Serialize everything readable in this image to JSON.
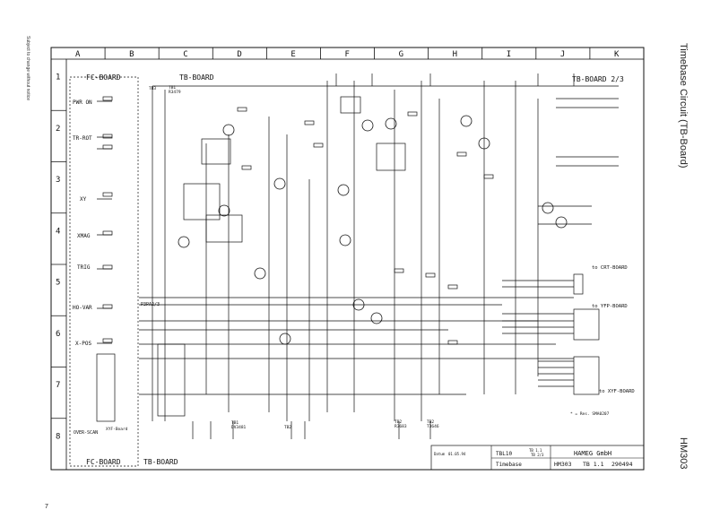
{
  "page": {
    "side_note": "Subject to change without notice",
    "page_number": "7",
    "side_title": "Timebase Circuit (TB-Board)",
    "side_model": "HM303"
  },
  "grid": {
    "columns": [
      "A",
      "B",
      "C",
      "D",
      "E",
      "F",
      "G",
      "H",
      "I",
      "J",
      "K"
    ],
    "rows": [
      "1",
      "2",
      "3",
      "4",
      "5",
      "6",
      "7",
      "8"
    ]
  },
  "labels": {
    "fc_board_top": "FC-BOARD",
    "tb_board_top": "TB-BOARD",
    "tb_board_23": "TB-BOARD 2/3",
    "fc_board_bottom": "FC-BOARD",
    "tb_board_bottom": "TB-BOARD",
    "to_crt": "to CRT-BOARD",
    "to_yfp": "to YFP-BOARD",
    "to_xyf": "to XYF-BOARD",
    "p3pa": "P3PA2/3",
    "xyf_board": "XYF-Board",
    "resv": "* = Res. SMA0207"
  },
  "controls": [
    {
      "id": "pwr-on",
      "label": "PWR ON"
    },
    {
      "id": "tr-rot",
      "label": "TR-ROT"
    },
    {
      "id": "xy",
      "label": "XY"
    },
    {
      "id": "xmag",
      "label": "XMAG"
    },
    {
      "id": "trig",
      "label": "TRIG"
    },
    {
      "id": "ho-var",
      "label": "HO-VAR"
    },
    {
      "id": "x-pos",
      "label": "X-POS"
    },
    {
      "id": "over-scan",
      "label": "OVER-SCAN"
    }
  ],
  "testpoints": {
    "tb1": "TB1",
    "tb1_part": "R3479",
    "tb3": "TB3",
    "tb1b": "TB1",
    "tb1b_part": "DV3481",
    "tb2": "TB2",
    "tb2b": "TB2",
    "tb2b_part": "R3683",
    "tb2c": "TB2",
    "tb2c_part": "T3646"
  },
  "titleblock": {
    "drawing_id": "TBL10",
    "sheet": "TB 1.1",
    "pages": "TB 2/3",
    "title": "Timebase",
    "company": "HAMEG GmbH",
    "model": "HM303",
    "board": "TB 1.1",
    "number": "290494",
    "date_label": "Datum",
    "date": "01.05.94"
  }
}
